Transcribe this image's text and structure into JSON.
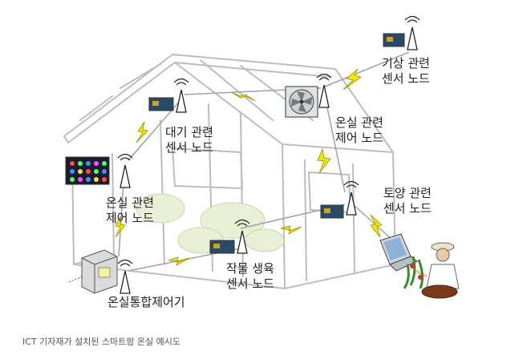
{
  "labels": {
    "weather_node": [
      "기상 관련",
      "센서 노드"
    ],
    "atmosphere_node": [
      "대기 관련",
      "센서 노드"
    ],
    "greenhouse_control_node": [
      "온실 관련",
      "제어 노드"
    ],
    "greenhouse_control_node_left": [
      "온실 관련",
      "제어 노드"
    ],
    "soil_node": [
      "토양 관련",
      "센서 노드"
    ],
    "crop_node": [
      "작물 생육",
      "센서 노드"
    ],
    "integrated_controller": "온실통합제어기"
  },
  "caption": "ICT 기자재가 설치된 스마트팜 온실 예시도",
  "colors": {
    "bolt": "#f2e600",
    "bolt_stroke": "#9a8f00",
    "line": "#9aa3aa",
    "ink": "#222222"
  }
}
